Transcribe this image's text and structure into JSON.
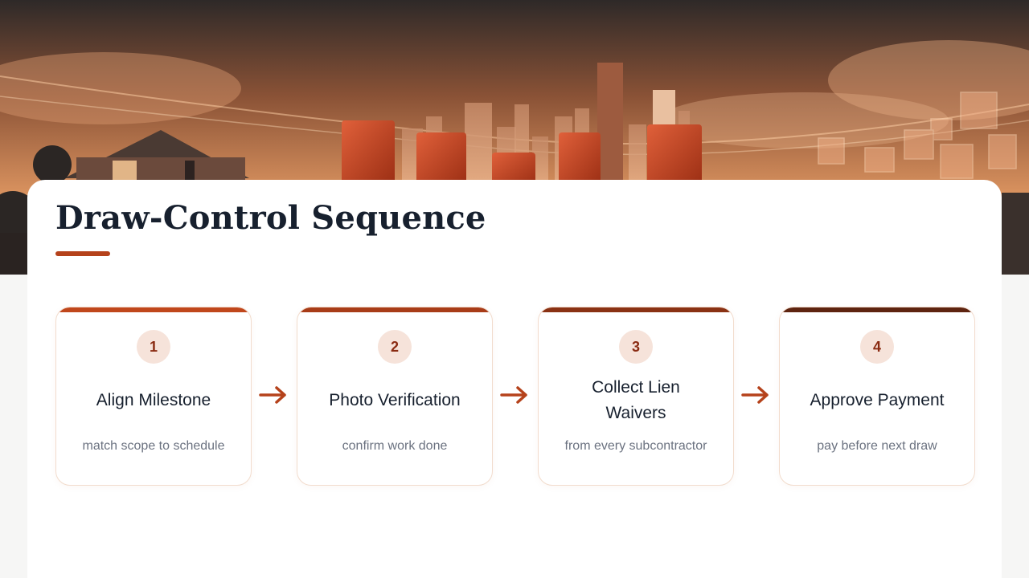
{
  "header": {
    "title": "Draw-Control Sequence"
  },
  "colors": {
    "accent": "#b5421b",
    "sky_top": "#2f2a2a",
    "sky_bottom": "#e4a070",
    "card_border": "#f2dccd",
    "badge_bg": "#f6e3da",
    "badge_text": "#8a2b12"
  },
  "icons": {
    "connector": "arrow-right-icon"
  },
  "steps": [
    {
      "number": "1",
      "title": "Align Milestone",
      "subtitle": "match scope to schedule",
      "top_color": "#c0471c"
    },
    {
      "number": "2",
      "title": "Photo Verification",
      "subtitle": "confirm work done",
      "top_color": "#a83c18"
    },
    {
      "number": "3",
      "title": "Collect Lien Waivers",
      "subtitle": "from every subcontractor",
      "top_color": "#8a3214"
    },
    {
      "number": "4",
      "title": "Approve Payment",
      "subtitle": "pay before next draw",
      "top_color": "#5e2410"
    }
  ]
}
